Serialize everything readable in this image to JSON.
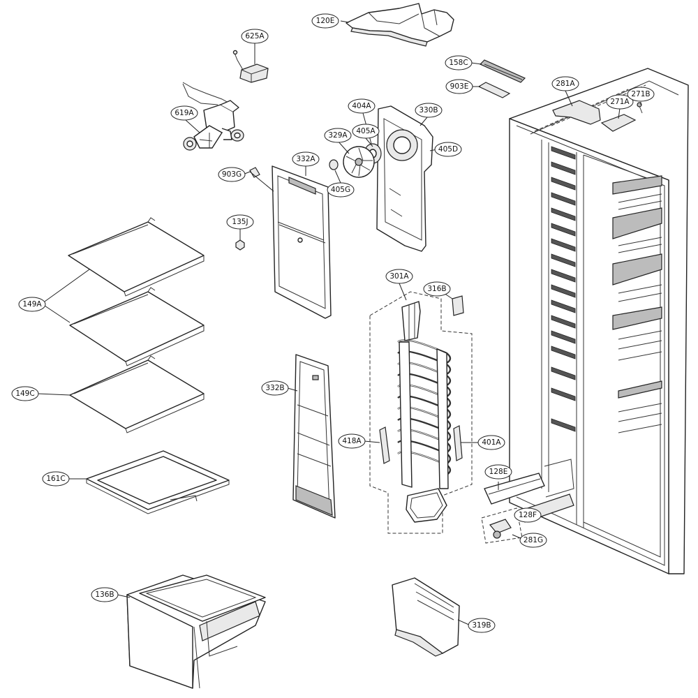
{
  "diagram": {
    "callouts": {
      "c120E": "120E",
      "c625A": "625A",
      "c619A": "619A",
      "c158C": "158C",
      "c903E": "903E",
      "c281A": "281A",
      "c271A": "271A",
      "c271B": "271B",
      "c404A": "404A",
      "c330B": "330B",
      "c329A": "329A",
      "c405A": "405A",
      "c405D": "405D",
      "c332A": "332A",
      "c903G": "903G",
      "c405G": "405G",
      "c135J": "135J",
      "c149A": "149A",
      "c301A": "301A",
      "c316B": "316B",
      "c149C": "149C",
      "c332B": "332B",
      "c418A": "418A",
      "c401A": "401A",
      "c128E": "128E",
      "c128F": "128F",
      "c161C": "161C",
      "c281G": "281G",
      "c136B": "136B",
      "c319B": "319B"
    }
  }
}
